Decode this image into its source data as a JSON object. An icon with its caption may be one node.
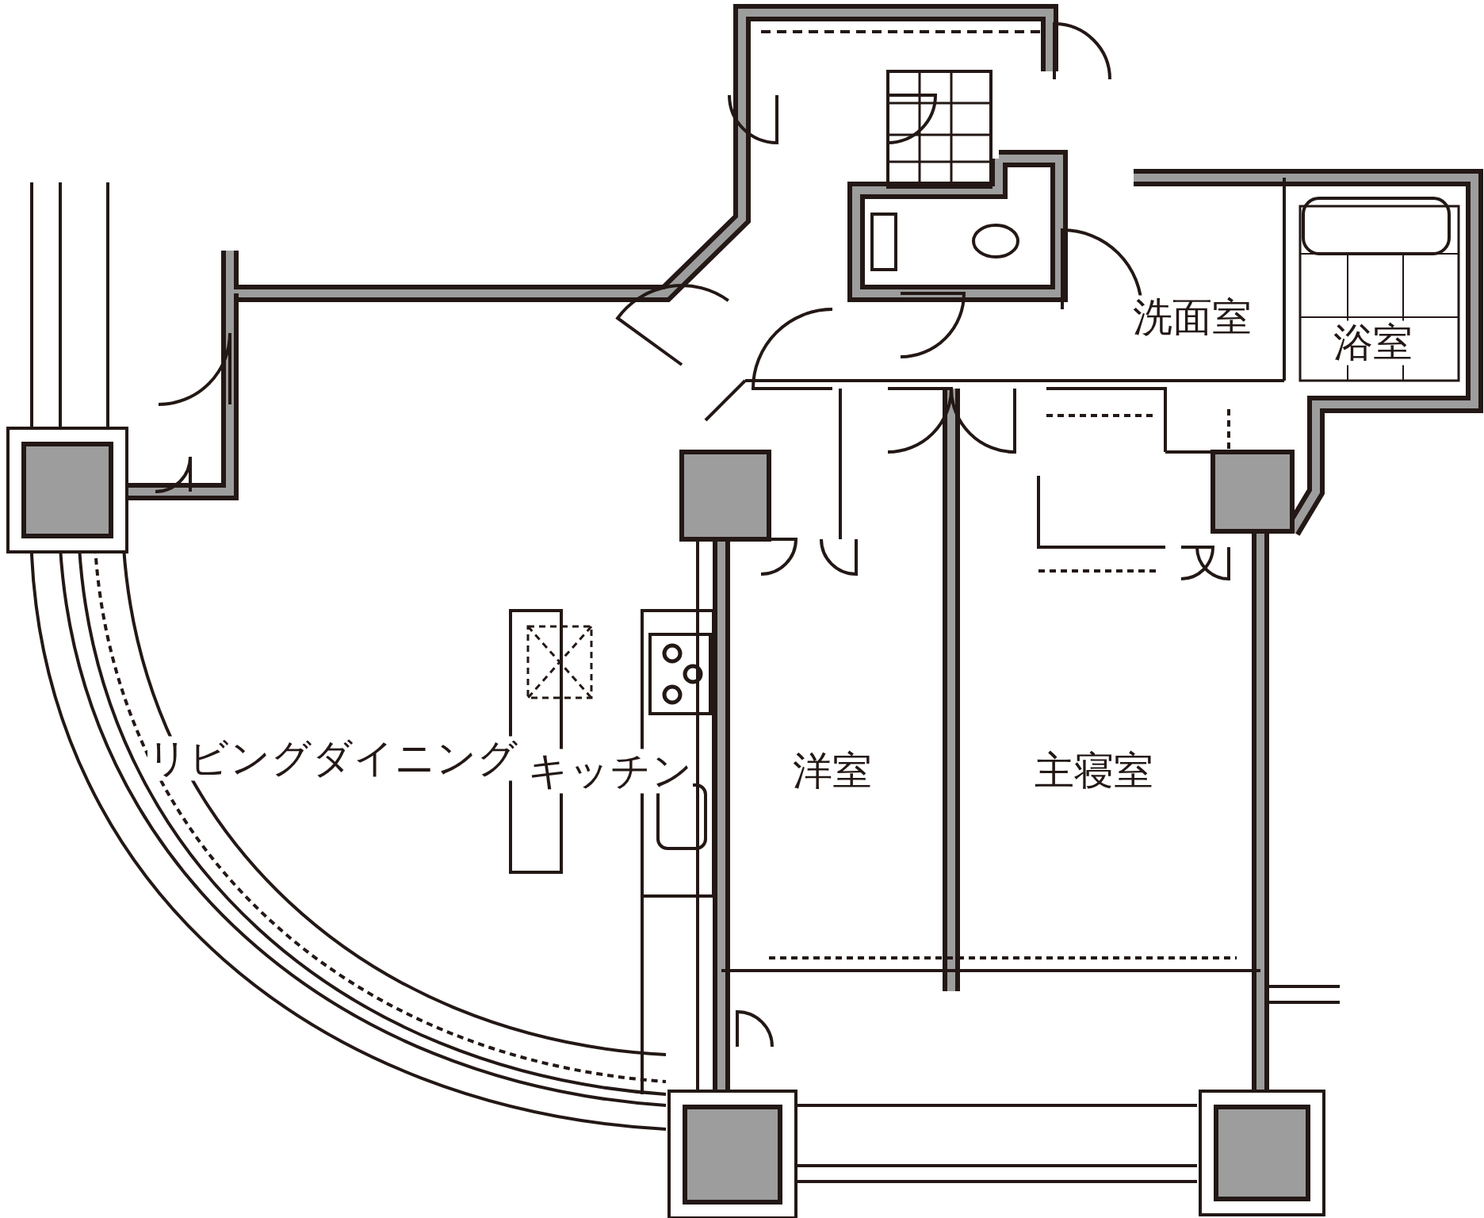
{
  "diagram": {
    "labels": [
      "洗面室",
      "浴室",
      "リビングダイニング",
      "キッチン",
      "洋室",
      "主寝室"
    ]
  }
}
